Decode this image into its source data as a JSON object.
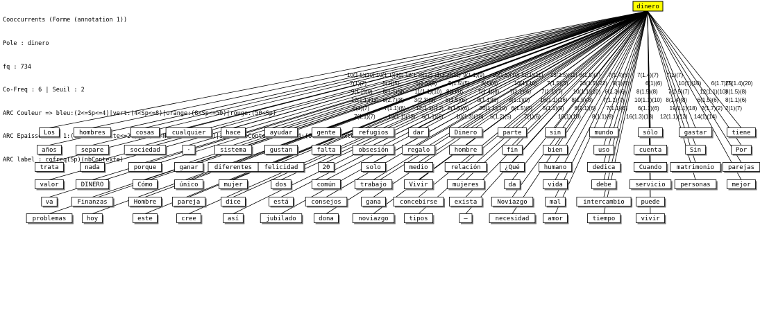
{
  "header": {
    "lines": [
      "Cooccurrents (Forme (annotation 1))",
      "Pole : dinero",
      "fq : 734",
      "Co-Freq : 6 | Seuil : 2",
      "ARC Couleur => bleu:(2<=Sp<=4)|vert:(4<Sp<=8)|orange:(8<Sp<=50)|rouge:(50<Sp)",
      "ARC Epaisseur -> 1:(1<=NbContexte<=20)|2:(20<NbContexte<=40)|3:(40<NbContexte<=60)|4:(60<NbContexte)",
      "ARC label : cofreq(Sp)(nbContexte)"
    ]
  },
  "pole": {
    "label": "dinero",
    "color": "#ffff00"
  },
  "colors": {
    "node_bg": "#ffffff",
    "node_border": "#000000",
    "edge": "#000000",
    "shadow": "#777777"
  },
  "columns": [
    [
      "Los",
      "años",
      "trata",
      "valor",
      "va",
      "problemas"
    ],
    [
      "hombres",
      "separe",
      "nada",
      "DINERO",
      "Finanzas",
      "hoy"
    ],
    [
      "cosas",
      "sociedad",
      "porque",
      "Cómo",
      "Hombre",
      "este"
    ],
    [
      "cualquier",
      "·",
      "ganar",
      "único",
      "pareja",
      "cree"
    ],
    [
      "hace",
      "sistema",
      "diferentes",
      "mujer",
      "dice",
      "así"
    ],
    [
      "ayudar",
      "gustan",
      "felicidad",
      "dos",
      "está",
      "jubilado"
    ],
    [
      "gente",
      "falta",
      "20",
      "común",
      "consejos",
      "dona"
    ],
    [
      "refugios",
      "obsesión",
      "solo",
      "trabajo",
      "gana",
      "noviazgo"
    ],
    [
      "dar",
      "regalo",
      "medio",
      "Vivir",
      "concebirse",
      "tipos"
    ],
    [
      "Dinero",
      "hombre",
      "relación",
      "mujeres",
      "exista",
      "–"
    ],
    [
      "parte",
      "fin",
      "¿Qué",
      "da",
      "Noviazgo",
      "necesidad"
    ],
    [
      "sin",
      "bien",
      "humano",
      "vida",
      "mal",
      "amor"
    ],
    [
      "mundo",
      "uso",
      "dedica",
      "debe",
      "intercambio",
      "tiempo"
    ],
    [
      "sólo",
      "cuenta",
      "Cuando",
      "servicio",
      "puede",
      "vivir"
    ],
    [
      "gastar",
      "Sin",
      "matrimonio",
      "personas"
    ],
    [
      "tiene",
      "Por",
      "parejas",
      "mejor"
    ]
  ],
  "edge_labels": [
    "10(1.5)(10)",
    "10(1.1)(10)",
    "12(1.3)(12)",
    "11(1.2)(11)",
    "9(1.1)(9)",
    "10(1.5)(10)",
    "11(1)(11)",
    "13(2.5)(11)",
    "8(1.5)(7)",
    "7(1.4)(6)",
    "7(1.4)(7)",
    "7(1)(7)",
    "7(1)(7)",
    "5(1)(5)",
    "5(1.5)(5)",
    "5(1.5)(5)",
    "6(1)(6)",
    "10(1)(10)",
    "7(1.5)(5)",
    "23(1.5)(22)",
    "8(1)(8)",
    "6(1)(6)",
    "10(1)(10)",
    "6(1.7)(7)",
    "25(1.4)(20)",
    "9(1.2)(9)",
    "8(1.1)(8)",
    "11(1.1)(10)",
    "8(1)(8)",
    "7(1.4)(6)",
    "7(1.1)(6)",
    "7(1.1)(7)",
    "10(1.1)(10)",
    "6(1.3)(6)",
    "8(1.5)(8)",
    "7(1.5)(7)",
    "12(1.1)(10)",
    "8(1.5)(8)",
    "12(1.1)(12)",
    "8(2.7)(8)",
    "3(2.3)(3)",
    "6(1.5)(6)",
    "8(1.1)(6)",
    "9(1.1)(9)",
    "16(1.1)(16)",
    "8(1.5)(8)",
    "7(1.1)(7)",
    "10(1.1)(10)",
    "8(1.4)(8)",
    "6(1.5)(6)",
    "8(1.1)(6)",
    "8(1)(7)",
    "7(1.1)(6)",
    "12(1.1)(12)",
    "6(1.5)(6)",
    "20(1.1)(19)",
    "6(1.5)(6)",
    "5(1.1)(5)",
    "6(1.1)(6)",
    "7(1.1)(6)",
    "6(1.1)(6)",
    "19(1.1)(18)",
    "2(1.7)(2)",
    "2(1)(7)",
    "7(1.1)(7)",
    "13(1.1)(13)",
    "6(1.1)(6)",
    "10(1.3)(10)",
    "5(1.2)(5)",
    "7(1)(6)",
    "10(1)(10)",
    "8(1.1)(8)",
    "16(1.3)(13)",
    "12(1.1)(12)",
    "14(1)(14)"
  ]
}
